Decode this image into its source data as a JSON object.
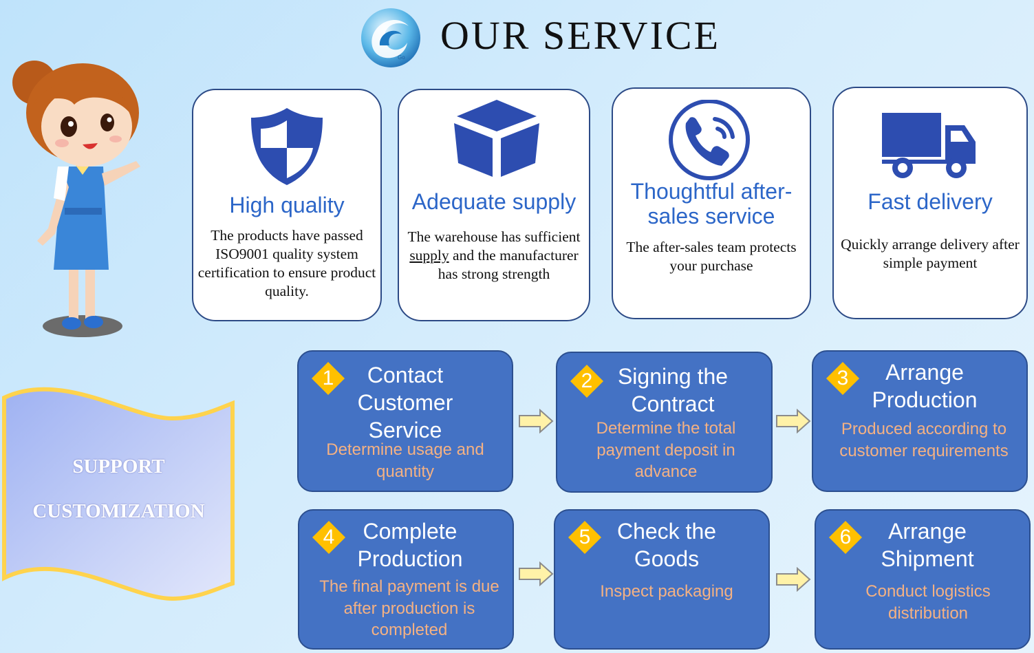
{
  "header": {
    "title": "OUR SERVICE"
  },
  "banner": {
    "line1": "SUPPORT",
    "line2": "CUSTOMIZATION"
  },
  "services": [
    {
      "icon": "shield-icon",
      "title": "High quality",
      "desc": "The products have passed ISO9001 quality system certification to ensure product quality."
    },
    {
      "icon": "cube-icon",
      "title": "Adequate supply",
      "desc_a": "The warehouse has sufficient ",
      "desc_u": "supply",
      "desc_b": " and the manufacturer has strong strength"
    },
    {
      "icon": "phone-icon",
      "title": "Thoughtful after-sales service",
      "desc": "The after-sales team protects your purchase"
    },
    {
      "icon": "truck-icon",
      "title": "Fast delivery",
      "desc": "Quickly arrange delivery after simple payment"
    }
  ],
  "steps": [
    {
      "num": "1",
      "title": "Contact Customer Service",
      "desc": "Determine usage and quantity"
    },
    {
      "num": "2",
      "title": "Signing the Contract",
      "desc": "Determine the total payment deposit in advance"
    },
    {
      "num": "3",
      "title": "Arrange Production",
      "desc": "Produced according to customer requirements"
    },
    {
      "num": "4",
      "title": "Complete Production",
      "desc": "The final payment is due after production is completed"
    },
    {
      "num": "5",
      "title": "Check the Goods",
      "desc": "Inspect packaging"
    },
    {
      "num": "6",
      "title": "Arrange Shipment",
      "desc": "Conduct logistics distribution"
    }
  ],
  "colors": {
    "accent": "#2c66c8",
    "step_bg": "#4472c4",
    "step_desc": "#f4b183",
    "badge": "#ffc000",
    "arrow": "#fff2a8"
  }
}
